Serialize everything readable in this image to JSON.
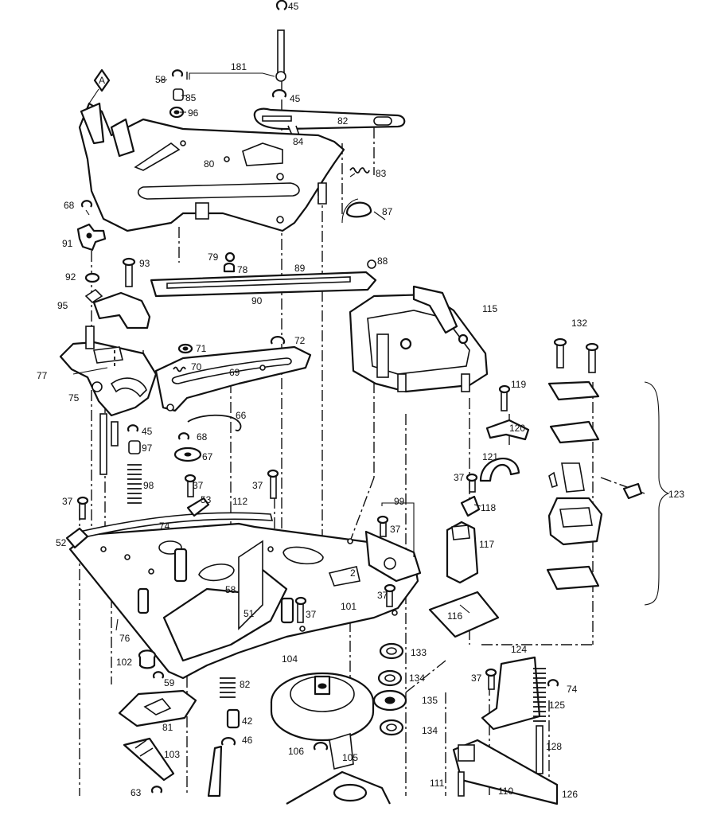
{
  "diagram": {
    "marker_letter": "A",
    "callouts": {
      "p45a": "45",
      "p181": "181",
      "p58a": "58",
      "p85": "85",
      "p96": "96",
      "p45b": "45",
      "p82a": "82",
      "p84": "84",
      "p80": "80",
      "p83": "83",
      "p87": "87",
      "p68a": "68",
      "p91": "91",
      "p79": "79",
      "p78": "78",
      "p89": "89",
      "p88": "88",
      "p93": "93",
      "p92": "92",
      "p90": "90",
      "p95": "95",
      "p115": "115",
      "p71": "71",
      "p72": "72",
      "p70": "70",
      "p69": "69",
      "p77": "77",
      "p75": "75",
      "p132": "132",
      "p119": "119",
      "p66": "66",
      "p45c": "45",
      "p68b": "68",
      "p97": "97",
      "p120": "120",
      "p67": "67",
      "p98": "98",
      "p121": "121",
      "p37a": "37",
      "p37b": "37",
      "p37c": "37",
      "p123": "123",
      "p37d": "37",
      "p53": "53",
      "p112": "112",
      "p99": "99",
      "p118": "118",
      "p74a": "74",
      "p52": "52",
      "p37e": "37",
      "p117": "117",
      "p58b": "58",
      "p37f": "37",
      "p51": "51",
      "p37g": "37",
      "p101": "101",
      "p116": "116",
      "p76": "76",
      "p133": "133",
      "p104": "104",
      "p124": "124",
      "p102": "102",
      "p134a": "134",
      "p37h": "37",
      "p74b": "74",
      "p59": "59",
      "p82b": "82",
      "p135": "135",
      "p125": "125",
      "p81": "81",
      "p42": "42",
      "p134b": "134",
      "p103": "103",
      "p46": "46",
      "p106": "106",
      "p105": "105",
      "p128": "128",
      "p63": "63",
      "p111": "111",
      "p110": "110",
      "p126": "126",
      "p2": "2"
    }
  }
}
